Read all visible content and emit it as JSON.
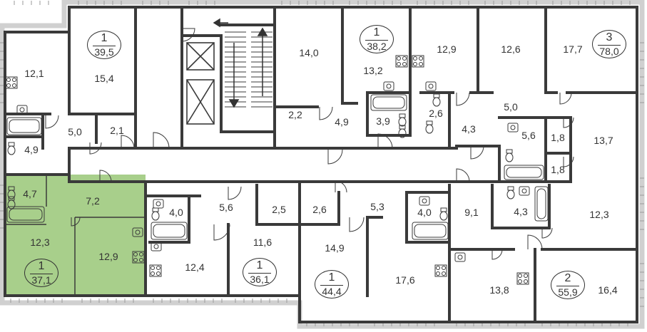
{
  "colors": {
    "wall": "#3a3a3a",
    "outer_wall": "#d0d0d0",
    "window": "#9a9a9a",
    "highlight": "#a8cf8b",
    "text": "#333333"
  },
  "apartments": [
    {
      "rooms": "1",
      "area": "39,5"
    },
    {
      "rooms": "1",
      "area": "38,2"
    },
    {
      "rooms": "3",
      "area": "78,0"
    },
    {
      "rooms": "1",
      "area": "37,1"
    },
    {
      "rooms": "1",
      "area": "36,1"
    },
    {
      "rooms": "1",
      "area": "44,4"
    },
    {
      "rooms": "2",
      "area": "55,9"
    }
  ],
  "room_areas": [
    "12,1",
    "15,4",
    "4,9",
    "5,0",
    "2,1",
    "14,0",
    "2,2",
    "4,9",
    "13,2",
    "3,9",
    "2,6",
    "12,9",
    "12,6",
    "17,7",
    "4,3",
    "5,0",
    "5,6",
    "1,8",
    "1,8",
    "13,7",
    "4,7",
    "7,2",
    "12,3",
    "12,9",
    "4,0",
    "5,6",
    "2,5",
    "11,6",
    "12,4",
    "2,6",
    "5,3",
    "4,0",
    "9,1",
    "4,3",
    "12,3",
    "14,9",
    "17,6",
    "13,8",
    "16,4"
  ]
}
